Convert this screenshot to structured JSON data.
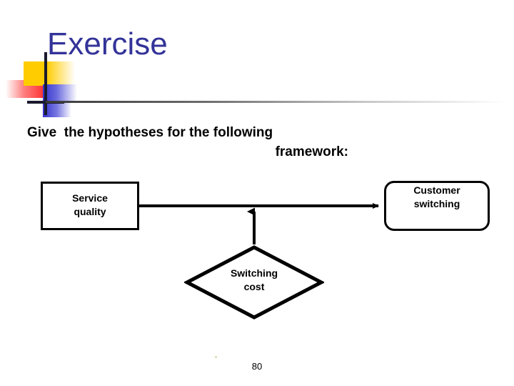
{
  "slide": {
    "title": "Exercise",
    "page_number": "80",
    "title_color": "#333399",
    "rule_color": "#3a3a3a"
  },
  "decoration": {
    "yellow": "#ffcc00",
    "red": "#ff2a2a",
    "blue": "#3333cc",
    "bar": "#1a1a2e"
  },
  "body": {
    "line_1": "Give  the hypotheses for the following",
    "line_2": "framework:"
  },
  "diagram": {
    "nodes": [
      {
        "id": "service-quality",
        "label": "Service\nquality",
        "shape": "rectangle"
      },
      {
        "id": "customer-switching",
        "label": "Customer\nswitching",
        "shape": "rounded-rectangle"
      },
      {
        "id": "switching-cost",
        "label": "Switching\ncost",
        "shape": "diamond"
      }
    ],
    "connectors": [
      {
        "id": "service-quality-to-customer-switching",
        "from": "service-quality",
        "to": "customer-switching",
        "direction": "horizontal-right",
        "arrowhead": true
      },
      {
        "id": "switching-cost-moderates-path",
        "from": "switching-cost",
        "to": "service-quality-to-customer-switching",
        "direction": "vertical-up",
        "arrowhead": true
      }
    ]
  }
}
